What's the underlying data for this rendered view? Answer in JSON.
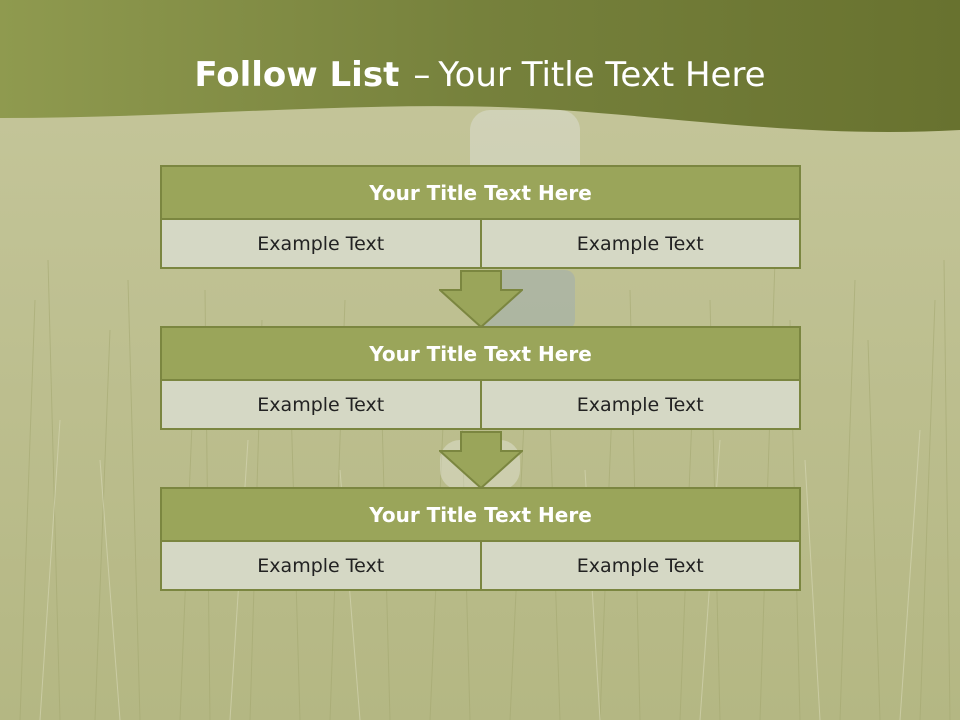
{
  "slide": {
    "title_bold": "Follow List",
    "title_dash": "–",
    "title_rest": "Your Title Text Here"
  },
  "blocks": [
    {
      "title": "Your Title Text Here",
      "left": "Example Text",
      "right": "Example Text"
    },
    {
      "title": "Your Title Text Here",
      "left": "Example Text",
      "right": "Example Text"
    },
    {
      "title": "Your Title Text Here",
      "left": "Example Text",
      "right": "Example Text"
    }
  ],
  "colors": {
    "header_green": "#6f7a35",
    "block_title": "#9aa55a",
    "block_cell": "#d5d8c5",
    "arrow": "#9aa55a"
  }
}
